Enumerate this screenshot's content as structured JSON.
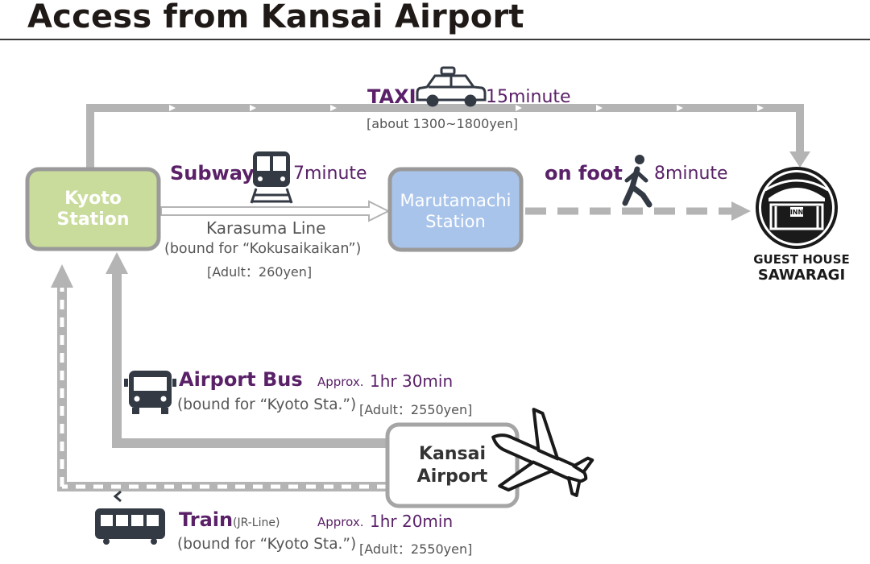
{
  "page": {
    "title": "Access from Kansai Airport"
  },
  "nodes": {
    "kyoto_station": {
      "line1": "Kyoto",
      "line2": "Station",
      "fill": "#c9dc9b",
      "border": "#9a9a9a"
    },
    "marutamachi_station": {
      "line1": "Marutamachi",
      "line2": "Station",
      "fill": "#a9c4ea",
      "border": "#9a9a9a"
    },
    "kansai_airport": {
      "line1": "Kansai",
      "line2": "Airport",
      "fill": "#ffffff",
      "border": "#a5a5a5"
    },
    "guest_house": {
      "line1": "GUEST HOUSE",
      "line2": "SAWARAGI",
      "sign": "INN"
    }
  },
  "routes": {
    "taxi": {
      "mode": "TAXI",
      "time": "15minute",
      "fare": "[about 1300~1800yen]"
    },
    "subway": {
      "mode": "Subway",
      "time": "7minute",
      "line": "Karasuma Line",
      "bound": "(bound for “Kokusaikaikan”)",
      "fare": "[Adult：260yen]"
    },
    "walk": {
      "mode": "on foot",
      "time": "8minute"
    },
    "bus": {
      "mode": "Airport Bus",
      "approx": "Approx.",
      "duration": "1hr 30min",
      "bound": "(bound for “Kyoto Sta.”)",
      "fare": "[Adult：2550yen]"
    },
    "train": {
      "mode": "Train",
      "sub": "(JR-Line)",
      "approx": "Approx.",
      "duration": "1hr 20min",
      "bound": "(bound for “Kyoto Sta.”)",
      "fare": "[Adult：2550yen]"
    }
  },
  "colors": {
    "accent": "#5a2168",
    "arrow": "#b4b4b4",
    "text": "#555555",
    "icon": "#333a44"
  },
  "icons": [
    "taxi-icon",
    "subway-train-icon",
    "walking-person-icon",
    "bus-icon",
    "airplane-icon",
    "train-car-icon",
    "guest-house-logo-icon"
  ]
}
